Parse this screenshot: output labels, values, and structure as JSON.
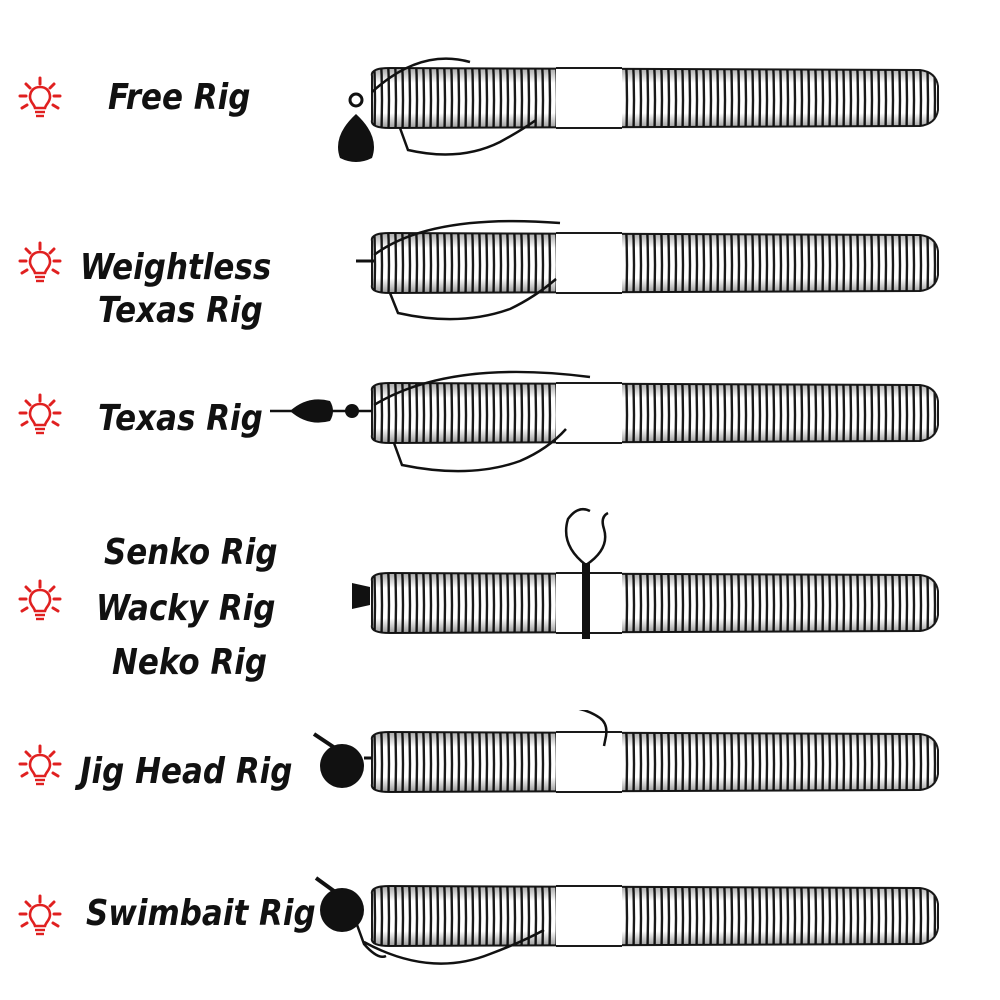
{
  "rigs": [
    {
      "labels": [
        "Free Rig"
      ],
      "icon": "lightbulb-icon",
      "icon_color": "#e02020"
    },
    {
      "labels": [
        "Weightless",
        "Texas Rig"
      ],
      "icon": "lightbulb-icon",
      "icon_color": "#e02020"
    },
    {
      "labels": [
        "Texas Rig"
      ],
      "icon": "lightbulb-icon",
      "icon_color": "#e02020"
    },
    {
      "labels": [
        "Senko Rig",
        "Wacky Rig",
        "Neko Rig"
      ],
      "icon": "lightbulb-icon",
      "icon_color": "#e02020"
    },
    {
      "labels": [
        "Jig Head Rig"
      ],
      "icon": "lightbulb-icon",
      "icon_color": "#e02020"
    },
    {
      "labels": [
        "Swimbait Rig"
      ],
      "icon": "lightbulb-icon",
      "icon_color": "#e02020"
    }
  ]
}
